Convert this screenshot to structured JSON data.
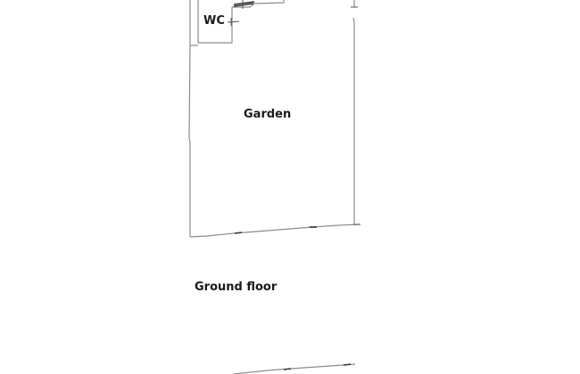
{
  "plan": {
    "rooms": {
      "wc": {
        "label": "WC"
      },
      "garden": {
        "label": "Garden"
      }
    },
    "floor_title": "Ground floor",
    "colors": {
      "wall": "#8c8c8c",
      "dark_wall": "#333333",
      "text": "#1a1a1a",
      "background": "#ffffff"
    }
  }
}
